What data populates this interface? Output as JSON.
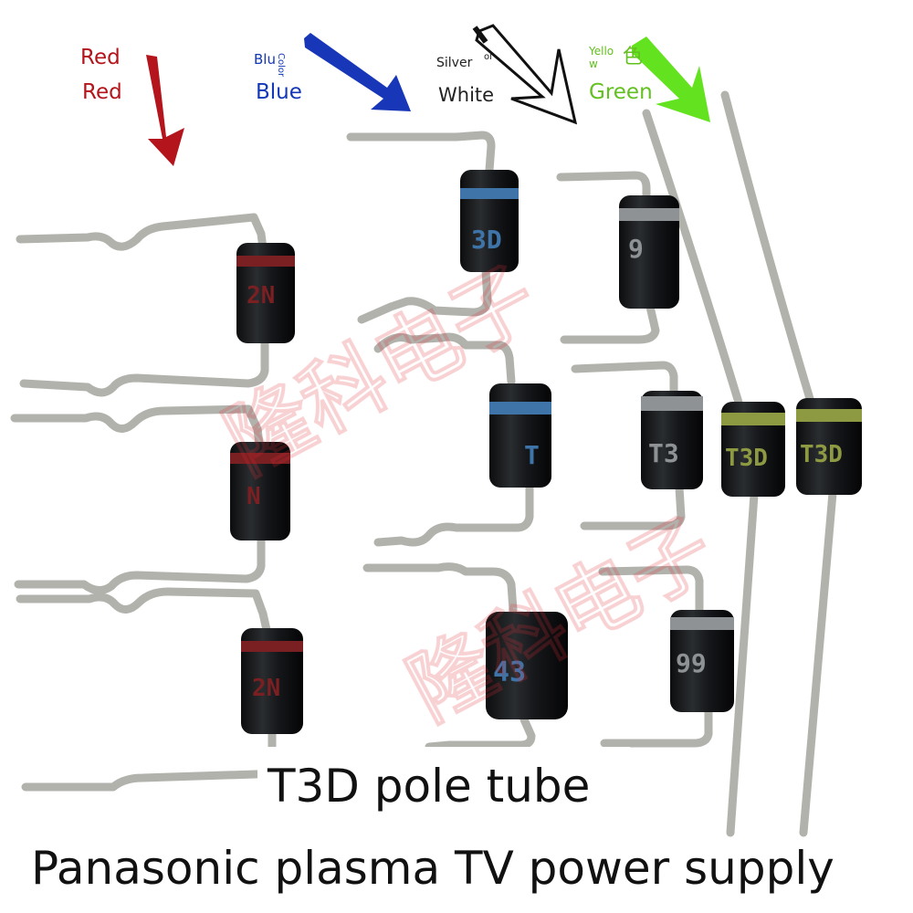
{
  "labels": {
    "red_top": "Red",
    "red_bottom": "Red",
    "blue_small": "Blu",
    "blue_small_suffix": "Color",
    "blue_main": "Blue",
    "silver_small": "Silver",
    "silver_small_suffix": "ol",
    "white_main": "White",
    "yellow_small_1": "Yello",
    "yellow_small_2": "w",
    "yellow_cjk": "色",
    "green_main": "Green"
  },
  "diodes": {
    "red_1": "2N",
    "red_2": "N",
    "red_3": "2N",
    "blue_1": "3D",
    "blue_2": "T",
    "blue_3": "43",
    "silver_1": "9",
    "silver_2": "T3",
    "silver_3": "99",
    "green_1": "T3D",
    "green_2": "T3D"
  },
  "watermark": "隆科电子",
  "caption": {
    "line1": "T3D pole tube",
    "line2": "Panasonic plasma TV power supply"
  },
  "colors": {
    "red_band": "#7a1f22",
    "blue_band": "#3f74a8",
    "silver_band": "#8e9294",
    "green_band": "#8d9a42",
    "body": "#16181a",
    "lead": "#b9b9b4"
  }
}
